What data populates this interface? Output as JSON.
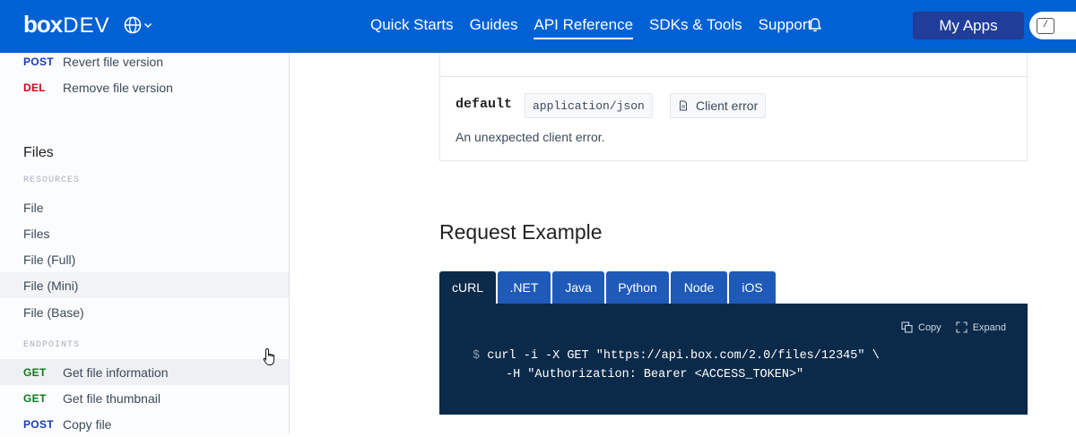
{
  "header": {
    "logo_box": "box",
    "logo_dev": "DEV",
    "nav": [
      "Quick Starts",
      "Guides",
      "API Reference",
      "SDKs & Tools",
      "Support"
    ],
    "active_nav": "API Reference",
    "my_apps": "My Apps",
    "search_shortcut": "/"
  },
  "sidebar": {
    "top_items": [
      {
        "method": "POST",
        "label": "Revert file version"
      },
      {
        "method": "DEL",
        "label": "Remove file version"
      }
    ],
    "section_title": "Files",
    "resources_caption": "RESOURCES",
    "resources": [
      "File",
      "Files",
      "File (Full)",
      "File (Mini)",
      "File (Base)"
    ],
    "endpoints_caption": "ENDPOINTS",
    "endpoints": [
      {
        "method": "GET",
        "label": "Get file information"
      },
      {
        "method": "GET",
        "label": "Get file thumbnail"
      },
      {
        "method": "POST",
        "label": "Copy file"
      }
    ]
  },
  "response": {
    "code": "default",
    "content_type": "application/json",
    "schema": "Client error",
    "description": "An unexpected client error."
  },
  "request_example": {
    "title": "Request Example",
    "tabs": [
      "cURL",
      ".NET",
      "Java",
      "Python",
      "Node",
      "iOS"
    ],
    "active_tab": "cURL",
    "copy_label": "Copy",
    "expand_label": "Expand",
    "prompt": "$",
    "line1": "curl -i -X GET \"https://api.box.com/2.0/files/12345\" \\",
    "line2": "-H \"Authorization: Bearer <ACCESS_TOKEN>\""
  },
  "colors": {
    "brand": "#0061d5",
    "code_bg": "#0b2a4a",
    "tab_bg": "#1f5ab8",
    "get": "#0e7a1d",
    "post": "#1a3bb3",
    "del": "#d0021b"
  }
}
